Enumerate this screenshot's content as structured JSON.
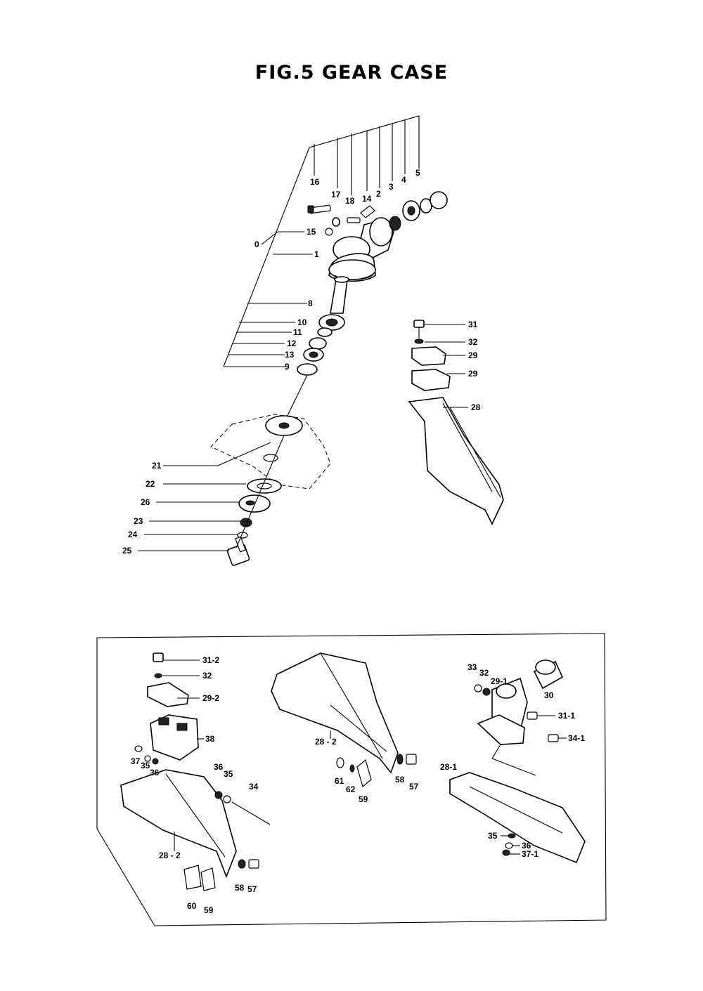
{
  "title": "FIG.5  GEAR CASE",
  "callouts": {
    "c0": "0",
    "c1": "1",
    "c2": "2",
    "c3": "3",
    "c4": "4",
    "c5": "5",
    "c8": "8",
    "c9": "9",
    "c10": "10",
    "c11": "11",
    "c12": "12",
    "c13": "13",
    "c14": "14",
    "c15": "15",
    "c16": "16",
    "c17": "17",
    "c18": "18",
    "c21": "21",
    "c22": "22",
    "c23": "23",
    "c24": "24",
    "c25": "25",
    "c26": "26",
    "c28": "28",
    "c29a": "29",
    "c29b": "29",
    "c31": "31",
    "c32": "32",
    "b31_2": "31-2",
    "b32": "32",
    "b29_2": "29-2",
    "b38": "38",
    "b37": "37",
    "b35": "35",
    "b36": "36",
    "b36b": "36",
    "b35b": "35",
    "b34": "34",
    "b28_2": "28 - 2",
    "b58": "58",
    "b57": "57",
    "b60": "60",
    "b59": "59",
    "m28_2": "28 - 2",
    "m61": "61",
    "m62": "62",
    "m59": "59",
    "m58": "58",
    "m57": "57",
    "r33": "33",
    "r32": "32",
    "r29_1": "29-1",
    "r30": "30",
    "r31_1": "31-1",
    "r34_1": "34-1",
    "r28_1": "28-1",
    "r35": "35",
    "r36": "36",
    "r37_1": "37-1"
  }
}
